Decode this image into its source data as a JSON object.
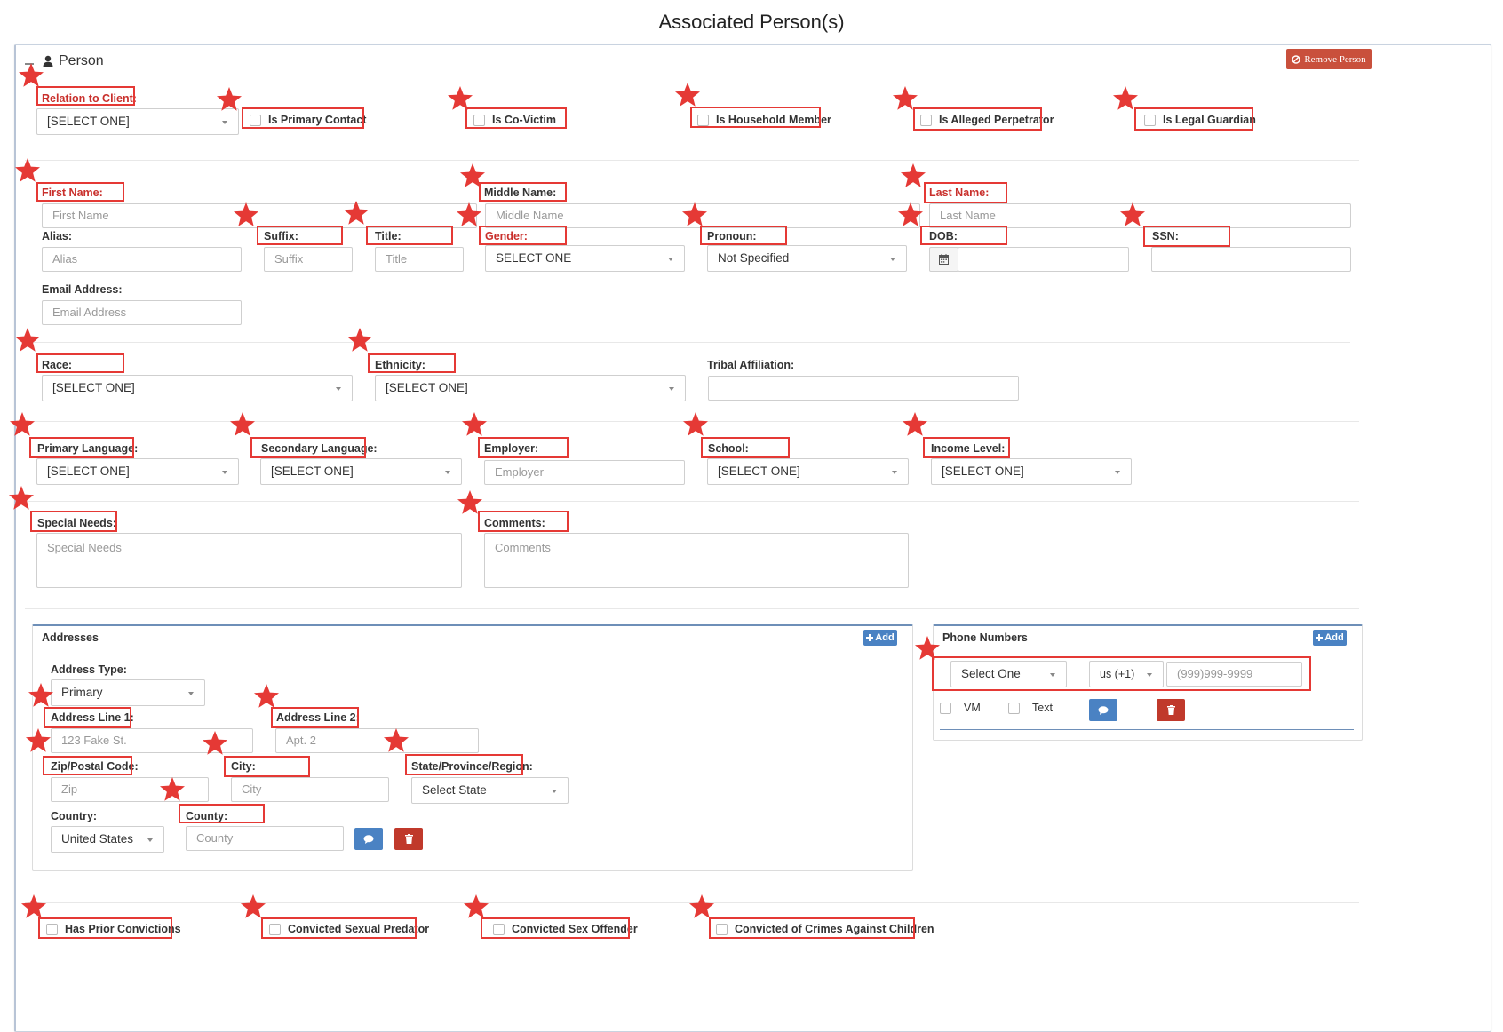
{
  "page_title": "Associated Person(s)",
  "panel": {
    "title": "Person",
    "remove_label": "Remove Person"
  },
  "relation": {
    "label": "Relation to Client:",
    "value": "[SELECT ONE]"
  },
  "flags": [
    {
      "label": "Is Primary Contact"
    },
    {
      "label": "Is Co-Victim"
    },
    {
      "label": "Is Household Member"
    },
    {
      "label": "Is Alleged Perpetrator"
    },
    {
      "label": "Is Legal Guardian"
    }
  ],
  "name": {
    "first_label": "First Name:",
    "first_placeholder": "First Name",
    "middle_label": "Middle Name:",
    "middle_placeholder": "Middle Name",
    "last_label": "Last Name:",
    "last_placeholder": "Last Name"
  },
  "details": {
    "alias_label": "Alias:",
    "alias_placeholder": "Alias",
    "suffix_label": "Suffix:",
    "suffix_placeholder": "Suffix",
    "title_label": "Title:",
    "title_placeholder": "Title",
    "gender_label": "Gender:",
    "gender_value": "SELECT ONE",
    "pronoun_label": "Pronoun:",
    "pronoun_value": "Not Specified",
    "dob_label": "DOB:",
    "ssn_label": "SSN:",
    "email_label": "Email Address:",
    "email_placeholder": "Email Address"
  },
  "demographics": {
    "race_label": "Race:",
    "race_value": "[SELECT ONE]",
    "ethnicity_label": "Ethnicity:",
    "ethnicity_value": "[SELECT ONE]",
    "tribal_label": "Tribal Affiliation:"
  },
  "background": {
    "primary_lang_label": "Primary Language:",
    "primary_lang_value": "[SELECT ONE]",
    "secondary_lang_label": "Secondary Language:",
    "secondary_lang_value": "[SELECT ONE]",
    "employer_label": "Employer:",
    "employer_placeholder": "Employer",
    "school_label": "School:",
    "school_value": "[SELECT ONE]",
    "income_label": "Income Level:",
    "income_value": "[SELECT ONE]"
  },
  "notes": {
    "special_label": "Special Needs:",
    "special_placeholder": "Special Needs",
    "comments_label": "Comments:",
    "comments_placeholder": "Comments"
  },
  "addresses": {
    "title": "Addresses",
    "add_label": "Add",
    "type_label": "Address Type:",
    "type_value": "Primary",
    "line1_label": "Address Line 1:",
    "line1_placeholder": "123 Fake St.",
    "line2_label": "Address Line 2:",
    "line2_placeholder": "Apt. 2",
    "zip_label": "Zip/Postal Code:",
    "zip_placeholder": "Zip",
    "city_label": "City:",
    "city_placeholder": "City",
    "state_label": "State/Province/Region:",
    "state_value": "Select State",
    "country_label": "Country:",
    "country_value": "United States",
    "county_label": "County:",
    "county_placeholder": "County"
  },
  "phones": {
    "title": "Phone Numbers",
    "add_label": "Add",
    "type_value": "Select One",
    "country_code_value": "us (+1)",
    "number_placeholder": "(999)999-9999",
    "vm_label": "VM",
    "text_label": "Text"
  },
  "convictions": [
    {
      "label": "Has Prior Convictions"
    },
    {
      "label": "Convicted Sexual Predator"
    },
    {
      "label": "Convicted Sex Offender"
    },
    {
      "label": "Convicted of Crimes Against Children"
    }
  ],
  "colors": {
    "highlight": "#e53935",
    "required_label": "#c9302c",
    "primary_button": "#4a82c3",
    "danger_button": "#c0392b"
  }
}
